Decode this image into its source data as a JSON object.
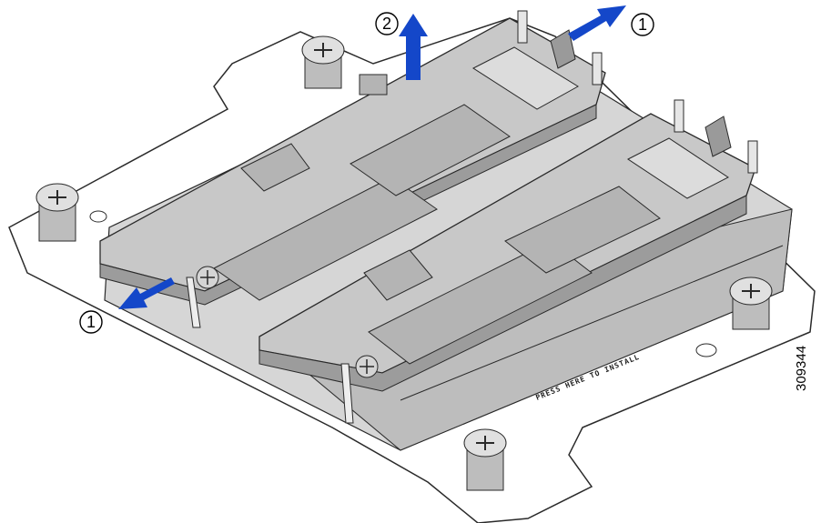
{
  "callouts": [
    {
      "id": "callout-2-top",
      "label": "2"
    },
    {
      "id": "callout-1-top-right",
      "label": "1"
    },
    {
      "id": "callout-1-left",
      "label": "1"
    }
  ],
  "figure_id": "309344",
  "plate_engraving": "PRESS HERE TO INSTALL",
  "colors": {
    "plate": "#ffffff",
    "board": "#c8c8c8",
    "chip": "#b4b4b4",
    "arrow": "#1447c9",
    "outline": "#2a2a2a"
  }
}
